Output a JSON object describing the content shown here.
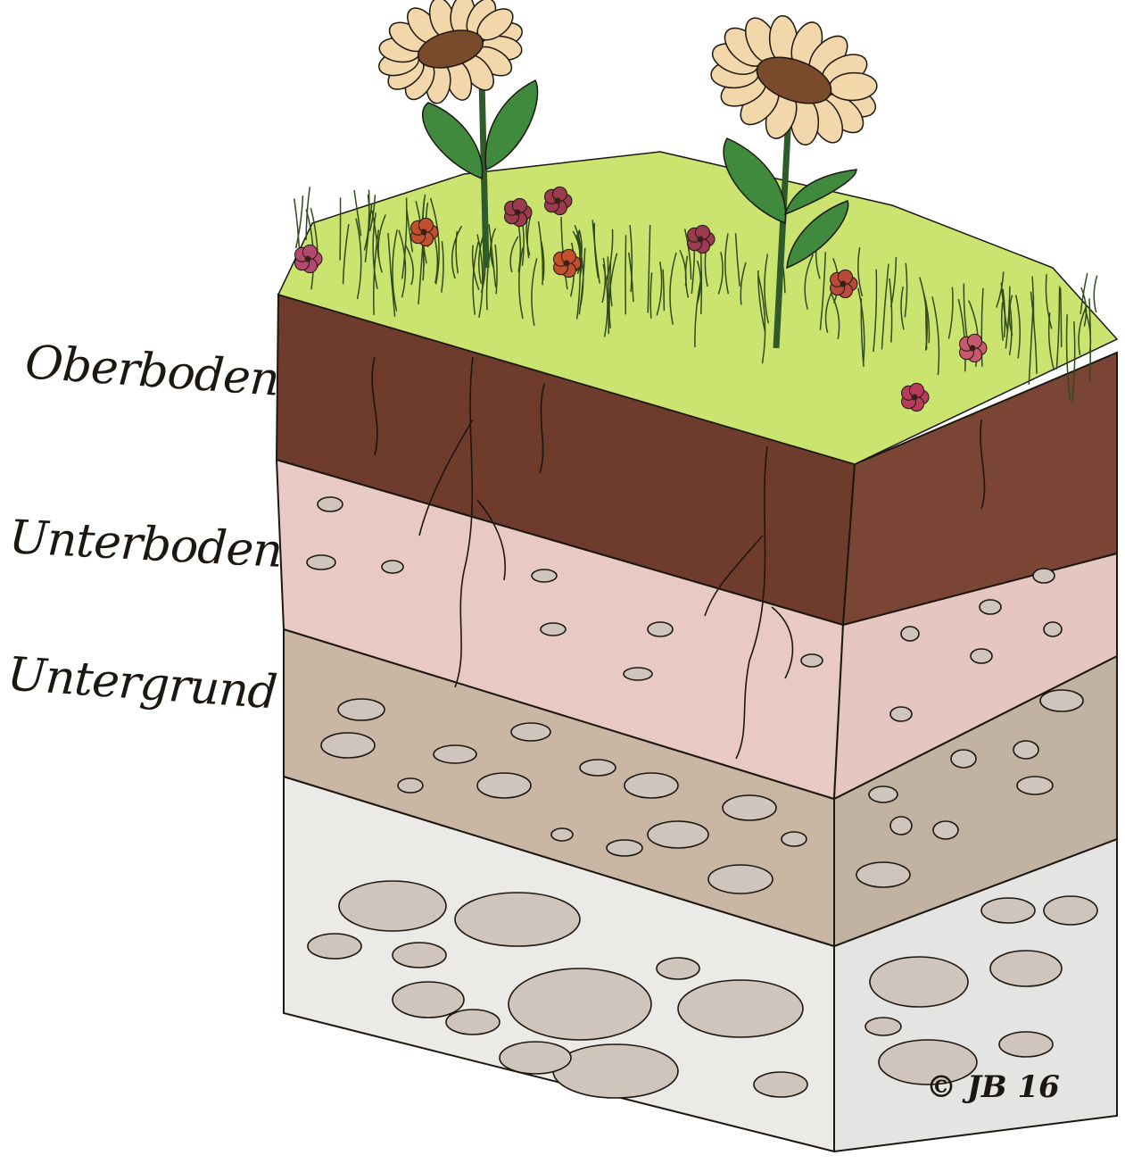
{
  "labels": {
    "topsoil": "Oberboden",
    "subsoil": "Unterboden",
    "bedrock": "Untergrund"
  },
  "signature": "© JB 16",
  "colors": {
    "grass": "#c9e06a",
    "topsoil": "#6f3a2c",
    "subsoil": "#e9c7c2",
    "substrate": "#c8b4a0",
    "rocks": "#e9e9e6",
    "ink": "#1c1710"
  },
  "icons": [
    "sunflower-icon",
    "sunflower-icon",
    "wildflower-icon",
    "root-icon",
    "stone-icon"
  ]
}
